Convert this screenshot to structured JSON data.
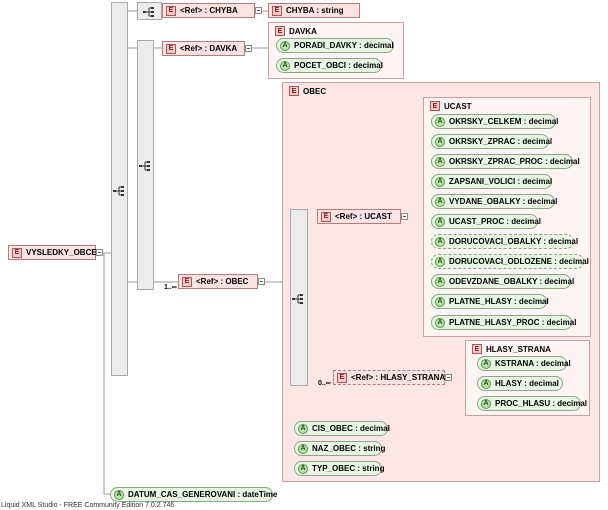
{
  "footer": "Liquid XML Studio - FREE Community Edition 7.0.2.746",
  "root": "VYSLEDKY_OBCE",
  "chyba": {
    "ref": "<Ref>    : CHYBA",
    "type_node": "CHYBA    : string"
  },
  "davka": {
    "ref": "<Ref>    : DAVKA",
    "title": "DAVKA",
    "attrs": [
      "PORADI_DAVKY : decimal",
      "POCET_OBCI : decimal"
    ]
  },
  "obec": {
    "ref": "<Ref>    : OBEC",
    "cardinality": "1..∞",
    "title": "OBEC",
    "ucast": {
      "ref": "<Ref>    : UCAST",
      "title": "UCAST",
      "attrs": [
        "OKRSKY_CELKEM : decimal",
        "OKRSKY_ZPRAC : decimal",
        "OKRSKY_ZPRAC_PROC : decimal",
        "ZAPSANI_VOLICI : decimal",
        "VYDANE_OBALKY : decimal",
        "UCAST_PROC : decimal",
        "DORUCOVACI_OBALKY : decimal",
        "DORUCOVACI_ODLOZENE : decimal",
        "ODEVZDANE_OBALKY : decimal",
        "PLATNE_HLASY : decimal",
        "PLATNE_HLASY_PROC : decimal"
      ]
    },
    "hlasy": {
      "ref": "<Ref>    : HLASY_STRANA",
      "cardinality": "0..∞",
      "title": "HLASY_STRANA",
      "attrs": [
        "KSTRANA : decimal",
        "HLASY    : decimal",
        "PROC_HLASU : decimal"
      ]
    },
    "attrs": [
      "CIS_OBEC : decimal",
      "NAZ_OBEC : string",
      "TYP_OBEC : string"
    ]
  },
  "datum": "DATUM_CAS_GENEROVANI : dateTime",
  "badges": {
    "element": "E",
    "attribute": "A"
  }
}
